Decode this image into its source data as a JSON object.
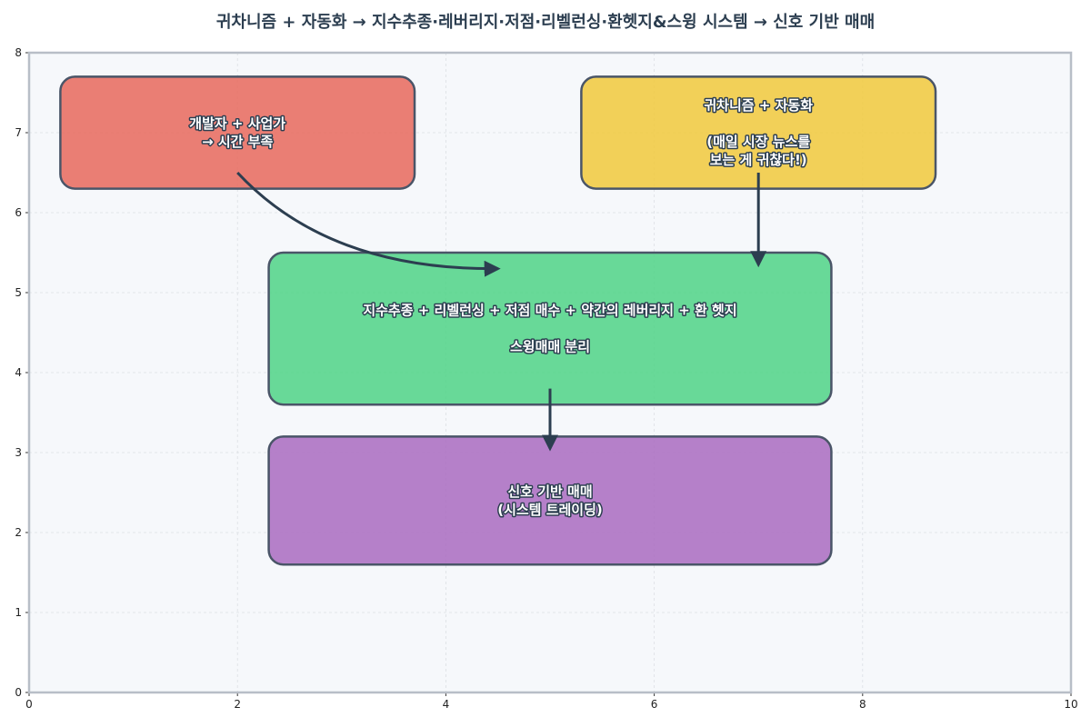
{
  "title": "귀차니즘 + 자동화 → 지수추종·레버리지·저점·리벨런싱·환헷지&스윙 시스템 → 신호 기반 매매",
  "axes": {
    "xlim": [
      0,
      10
    ],
    "ylim": [
      0,
      8
    ],
    "xticks": [
      "0",
      "2",
      "4",
      "6",
      "8",
      "10"
    ],
    "yticks": [
      "0",
      "1",
      "2",
      "3",
      "4",
      "5",
      "6",
      "7",
      "8"
    ],
    "grid": true
  },
  "boxes": [
    {
      "id": "developer",
      "x0": 0.3,
      "x1": 3.7,
      "y0": 6.3,
      "y1": 7.7,
      "color": "#e8685c",
      "lines": [
        "개발자 + 사업가",
        "→ 시간 부족"
      ]
    },
    {
      "id": "laziness",
      "x0": 5.3,
      "x1": 8.7,
      "y0": 6.3,
      "y1": 7.7,
      "color": "#f1c93b",
      "lines": [
        "귀차니즘 + 자동화",
        "",
        "(매일 시장 뉴스를",
        "보는 게 귀찮다!)"
      ]
    },
    {
      "id": "strategy",
      "x0": 2.3,
      "x1": 7.7,
      "y0": 3.6,
      "y1": 5.5,
      "color": "#4fd486",
      "lines": [
        "지수추종 + 리벨런싱 + 저점 매수 + 약간의 레버리지 + 환 헷지",
        "",
        "스윙매매 분리"
      ]
    },
    {
      "id": "signal",
      "x0": 2.3,
      "x1": 7.7,
      "y0": 1.6,
      "y1": 3.2,
      "color": "#a96bbf",
      "lines": [
        "신호 기반 매매",
        "(시스템 트레이딩)"
      ]
    }
  ],
  "arrows": [
    {
      "from": [
        2.0,
        6.5
      ],
      "to": [
        4.5,
        5.3
      ],
      "curved": true
    },
    {
      "from": [
        7.0,
        6.5
      ],
      "to": [
        7.0,
        5.35
      ],
      "curved": false
    },
    {
      "from": [
        5.0,
        3.8
      ],
      "to": [
        5.0,
        3.05
      ],
      "curved": false
    }
  ],
  "colors": {
    "plot_bg": "#f6f8fb",
    "frame": "#b8bec7",
    "box_border": "#4a5568",
    "arrow": "#2c3e50",
    "grid": "#dcdfe4"
  }
}
